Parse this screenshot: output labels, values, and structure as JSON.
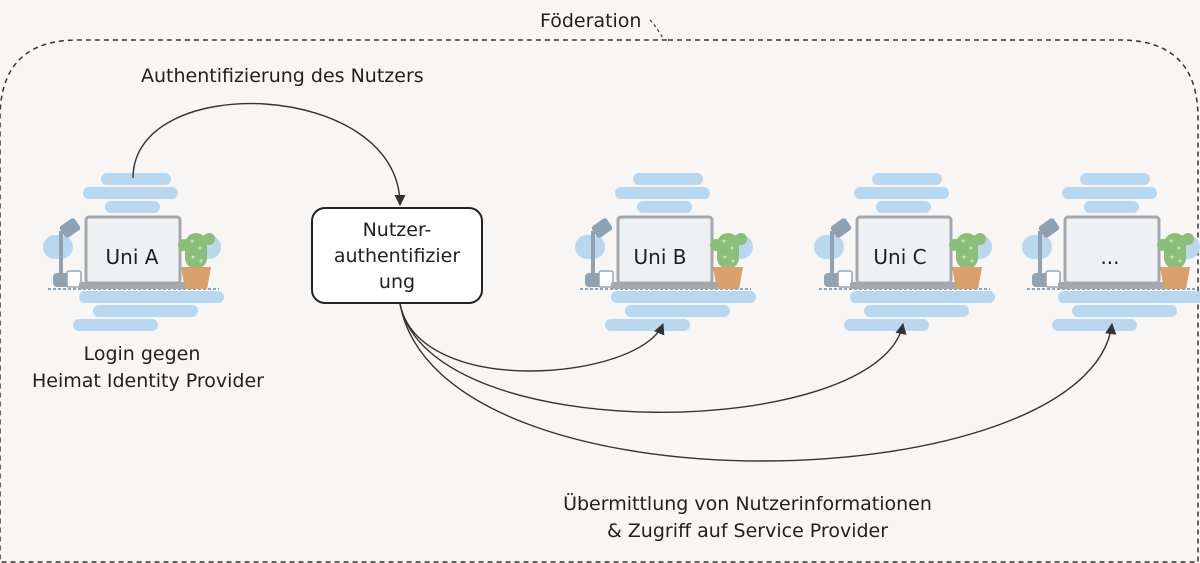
{
  "federation_label": "Föderation",
  "auth_label": "Authentifizierung des Nutzers",
  "login_label": [
    "Login gegen",
    "Heimat Identity Provider"
  ],
  "auth_box": [
    "Nutzer-",
    "authentifizier",
    "ung"
  ],
  "transfer_label": [
    "Übermittlung von Nutzerinformationen",
    "& Zugriff auf Service Provider"
  ],
  "nodes": [
    {
      "label": "Uni A"
    },
    {
      "label": "Uni B"
    },
    {
      "label": "Uni C"
    },
    {
      "label": "..."
    }
  ],
  "colors": {
    "cloud": "#b9d7ee",
    "laptop_frame": "#a4a8ad",
    "screen": "#eef0f2",
    "cactus": "#8dbd7a",
    "pot": "#d7a06c",
    "lamp": "#8fa2b2"
  }
}
